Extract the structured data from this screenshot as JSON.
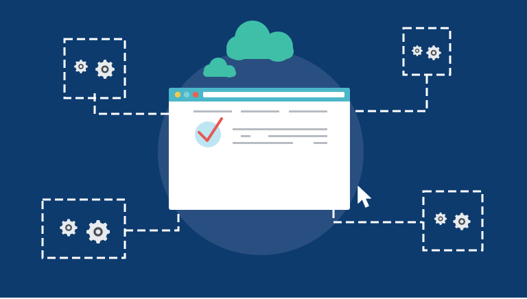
{
  "illustration": {
    "colors": {
      "background": "#0d3b6e",
      "halo": "#2c5283",
      "cloud": "#3fbfa7",
      "window_bar": "#4cb7c9",
      "window_body": "#ffffff",
      "check_circle": "#bde6f2",
      "check_mark": "#e45a52",
      "text_line": "#b7bcc2",
      "dash": "#ffffff",
      "gear": "#e8ebee",
      "dot_yellow": "#f2c94c",
      "dot_teal": "#7fd0d8",
      "dot_red": "#e8604f"
    },
    "window": {
      "traffic_dots": [
        "dot-yellow",
        "dot-teal",
        "dot-red"
      ],
      "content_icon": "checkmark-icon"
    },
    "clouds": [
      "cloud-large-icon",
      "cloud-small-icon"
    ],
    "gear_boxes": [
      {
        "position": "top-left",
        "icon": "gears-icon"
      },
      {
        "position": "top-right",
        "icon": "gears-icon"
      },
      {
        "position": "bottom-left",
        "icon": "gears-icon"
      },
      {
        "position": "bottom-right",
        "icon": "gears-icon"
      }
    ],
    "cursor_icon": "mouse-pointer-icon"
  }
}
